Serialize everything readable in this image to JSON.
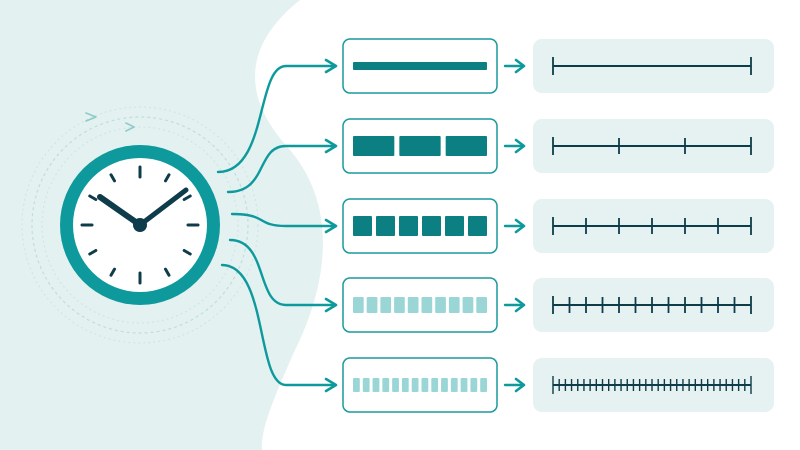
{
  "palette": {
    "teal": "#0e9a9c",
    "teal_dark": "#0b7f82",
    "navy": "#0e3c4a",
    "light_bg": "#e4f1f1",
    "panel_bg": "#e6f1f1",
    "box_border": "#1a9a9c",
    "light_teal": "#9ad6d6",
    "clock_face": "#ffffff"
  },
  "icons": {
    "clock": "clock-icon",
    "arrow": "arrow-right-icon"
  },
  "rows": [
    {
      "segments": 1,
      "segment_tone": "dark",
      "ticks": 2
    },
    {
      "segments": 3,
      "segment_tone": "dark",
      "ticks": 4
    },
    {
      "segments": 6,
      "segment_tone": "dark",
      "ticks": 7
    },
    {
      "segments": 10,
      "segment_tone": "light",
      "ticks": 13
    },
    {
      "segments": 14,
      "segment_tone": "light",
      "ticks": 33
    }
  ]
}
